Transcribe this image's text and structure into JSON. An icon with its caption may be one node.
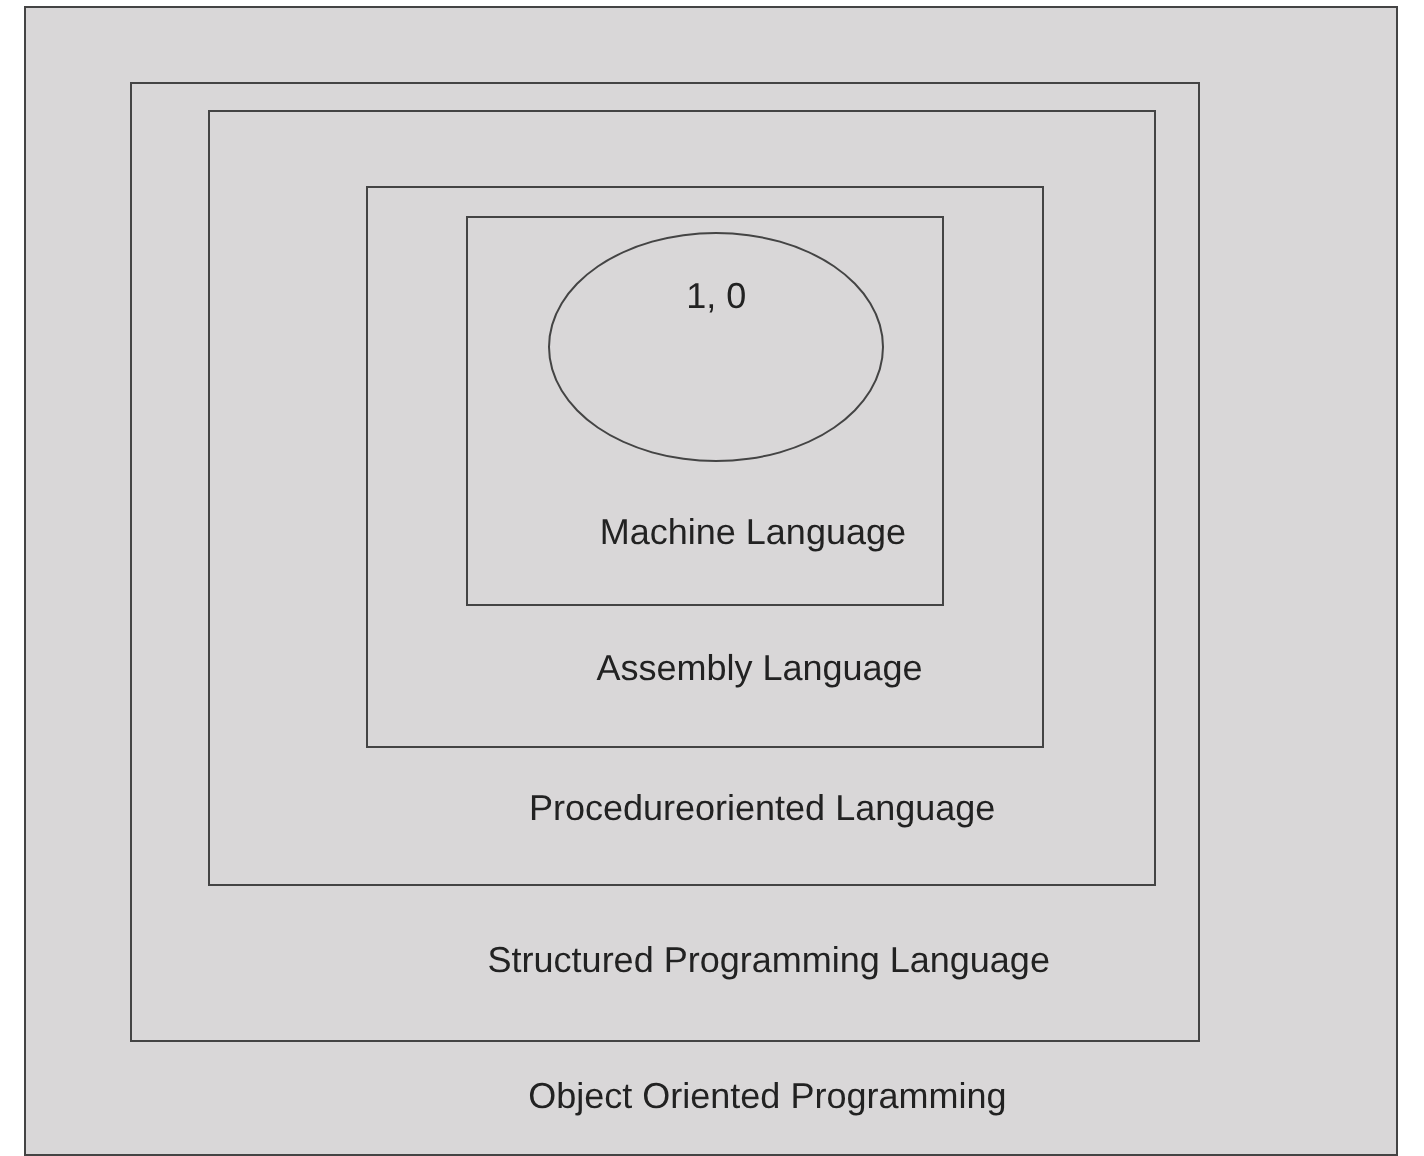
{
  "diagram": {
    "nodes": [
      {
        "text": [
          "Object Oriented Programming"
        ]
      },
      {
        "text": [
          "Structured Programming Language"
        ],
        "in": 0
      },
      {
        "text": [
          "Procedureoriented Language"
        ],
        "in": 1
      },
      {
        "text": [
          "Assembly Language"
        ],
        "in": 2
      },
      {
        "text": [
          "Machine Language"
        ],
        "in": 3
      },
      {
        "text": [
          "1, 0"
        ],
        "in": 4
      }
    ]
  }
}
